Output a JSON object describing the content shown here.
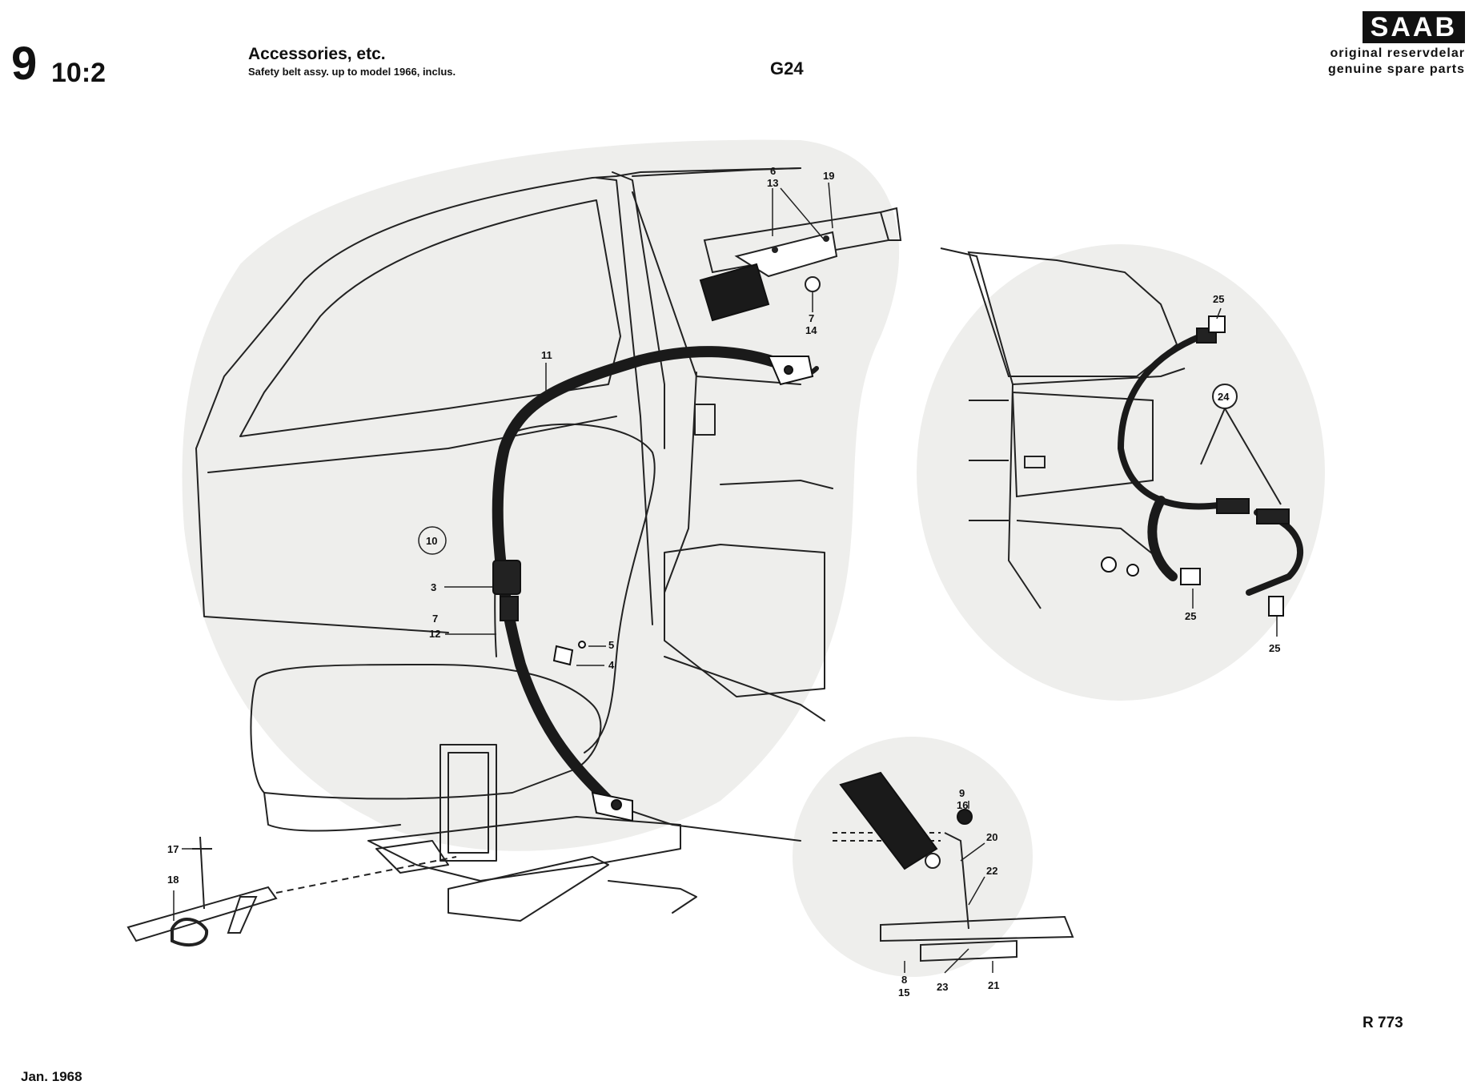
{
  "header": {
    "group_major": "9",
    "group_minor": "10:2",
    "title": "Accessories, etc.",
    "subtitle": "Safety belt assy. up to model 1966, inclus.",
    "code": "G24"
  },
  "brand": {
    "logo": "SAAB",
    "line1": "original reservdelar",
    "line2": "genuine spare parts"
  },
  "callouts": {
    "c3": "3",
    "c4": "4",
    "c5": "5",
    "c6": "6",
    "c13": "13",
    "c19": "19",
    "c7a": "7",
    "c14": "14",
    "c11": "11",
    "c10": "10",
    "c7b": "7",
    "c12": "12",
    "c17": "17",
    "c18": "18",
    "c9": "9",
    "c16": "16",
    "c20": "20",
    "c22": "22",
    "c8": "8",
    "c15": "15",
    "c23": "23",
    "c21": "21",
    "c24": "24",
    "c25a": "25",
    "c25b": "25",
    "c25c": "25"
  },
  "footer": {
    "figure_code": "R 773",
    "date": "Jan. 1968"
  }
}
